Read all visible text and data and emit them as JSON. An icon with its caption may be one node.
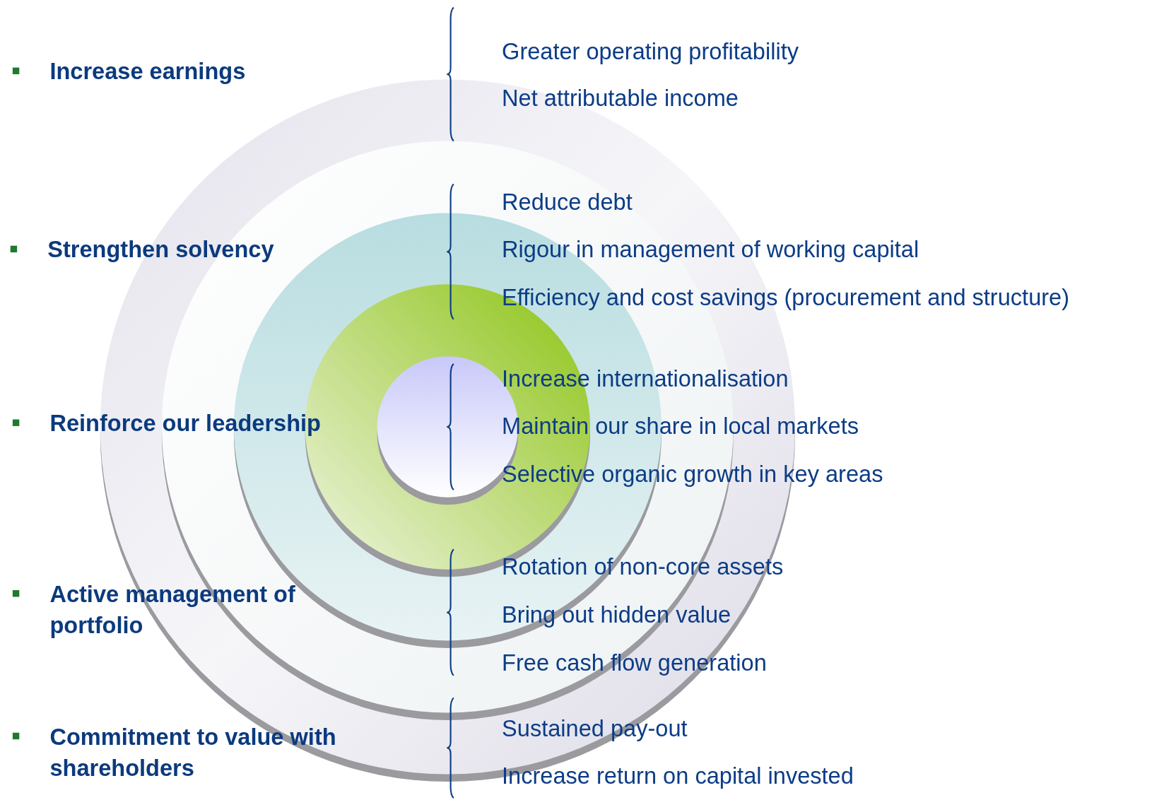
{
  "diagram": {
    "labels": [
      "Increase earnings",
      "Greater operating profitability",
      "Net attributable income",
      "Strengthen solvency",
      "Reduce debt",
      "Rigour in management of working capital",
      "Efficiency and cost savings (procurement and structure)",
      "Reinforce our leadership",
      "Increase internationalisation",
      "Maintain our share in local markets",
      "Selective organic growth in key areas",
      "Active management of portfolio",
      "Rotation of non-core assets",
      "Bring out hidden value",
      "Free cash flow generation",
      "Commitment to value with shareholders",
      "Sustained pay-out",
      "Increase return on capital invested"
    ]
  }
}
